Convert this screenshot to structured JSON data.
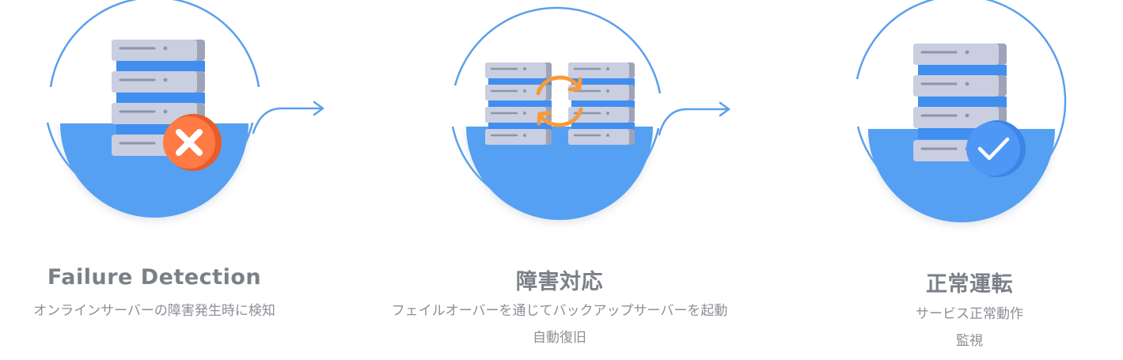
{
  "colors": {
    "ring": "#5aa0ec",
    "water": "#55a0f3",
    "server_face": "#c9cee0",
    "server_side": "#9ea4b8",
    "server_band": "#3f8ef0",
    "server_slot": "#8f95a8",
    "error_badge": "#ff7a45",
    "sync_arrows": "#f79a3c",
    "ok_badge": "#4f97f5",
    "title": "#7b7f88",
    "desc": "#8c8f96"
  },
  "steps": [
    {
      "icon": "server-error-icon",
      "title": "Failure Detection",
      "desc": [
        "オンラインサーバーの障害発生時に検知"
      ]
    },
    {
      "icon": "server-failover-icon",
      "title": "障害対応",
      "desc": [
        "フェイルオーバーを通じてバックアップサーバーを起動",
        "自動復旧"
      ]
    },
    {
      "icon": "server-ok-icon",
      "title": "正常運転",
      "desc": [
        "サービス正常動作",
        "監視"
      ]
    }
  ],
  "connectors": [
    "arrow-right-icon",
    "arrow-right-icon"
  ]
}
